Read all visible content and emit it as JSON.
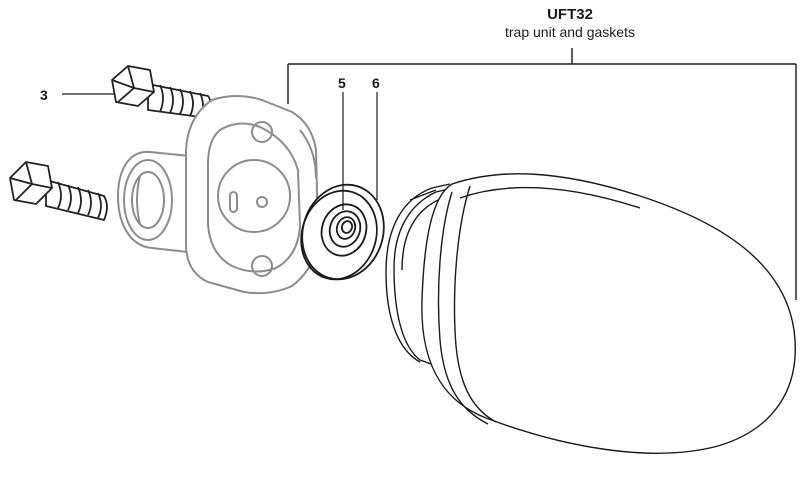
{
  "title": "UFT32",
  "subtitle": "trap unit and gaskets",
  "callouts": {
    "bolts": "3",
    "inner_gasket": "5",
    "outer_gasket": "6"
  },
  "colors": {
    "line": "#1a1a1a",
    "part_outline": "#8c8c8c",
    "part_fill": "#ffffff"
  }
}
